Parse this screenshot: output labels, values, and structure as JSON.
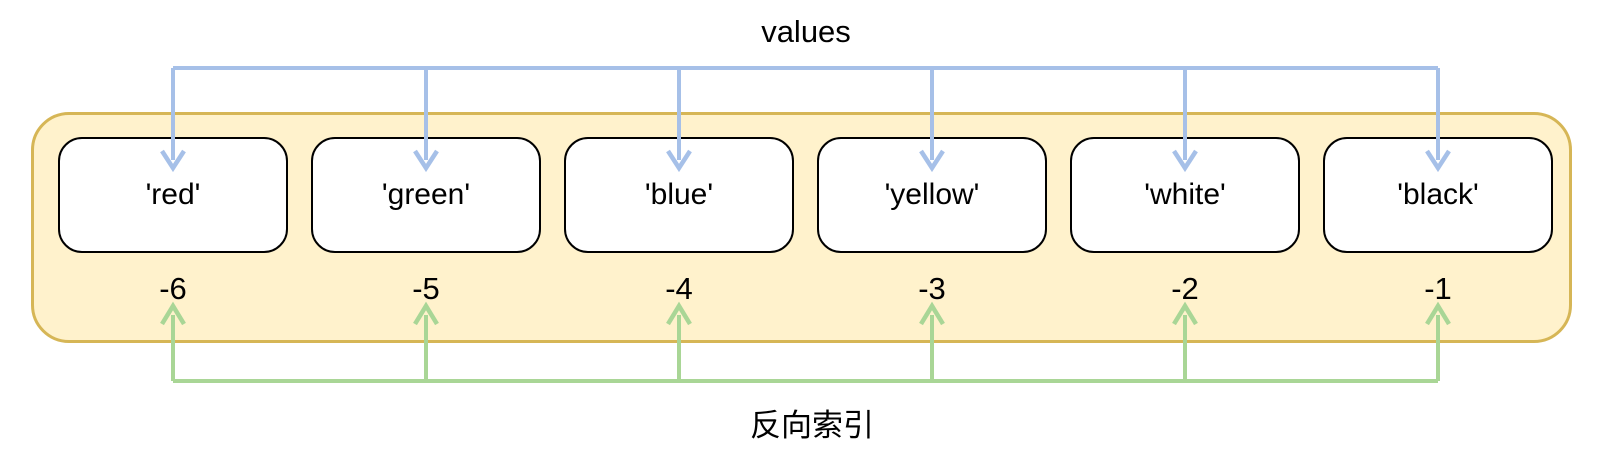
{
  "diagram": {
    "values_label": "values",
    "reverse_label": "反向索引",
    "cells": [
      {
        "value": "'red'",
        "index": "-6"
      },
      {
        "value": "'green'",
        "index": "-5"
      },
      {
        "value": "'blue'",
        "index": "-4"
      },
      {
        "value": "'yellow'",
        "index": "-3"
      },
      {
        "value": "'white'",
        "index": "-2"
      },
      {
        "value": "'black'",
        "index": "-1"
      }
    ],
    "colors": {
      "container_fill": "#FFF2CC",
      "container_border": "#D6B656",
      "box_fill": "#FFFFFF",
      "box_border": "#000000",
      "values_arrow": "#A6C0E8",
      "reverse_index_arrow": "#A9D696",
      "text": "#000000"
    }
  }
}
